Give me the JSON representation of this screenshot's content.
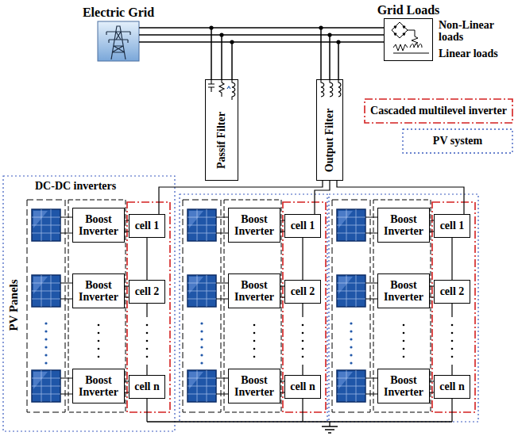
{
  "diagram": {
    "nodes": [
      {
        "text": [
          "Electric Grid"
        ]
      },
      {
        "text": [
          "Grid Loads"
        ]
      },
      {
        "text": [
          "Passif Filter"
        ]
      },
      {
        "text": [
          "Output Filter"
        ]
      },
      {
        "text": [
          "Boost Inverter"
        ]
      },
      {
        "text": [
          "cell 1"
        ]
      },
      {
        "text": [
          "Boost Inverter"
        ]
      },
      {
        "text": [
          "cell 2"
        ]
      },
      {
        "text": [
          "Boost Inverter"
        ]
      },
      {
        "text": [
          "cell n"
        ]
      },
      {
        "text": [
          "Boost Inverter"
        ]
      },
      {
        "text": [
          "cell 1"
        ]
      },
      {
        "text": [
          "Boost Inverter"
        ]
      },
      {
        "text": [
          "cell 2"
        ]
      },
      {
        "text": [
          "Boost Inverter"
        ]
      },
      {
        "text": [
          "cell n"
        ]
      },
      {
        "text": [
          "Boost Inverter"
        ]
      },
      {
        "text": [
          "cell 1"
        ]
      },
      {
        "text": [
          "Boost Inverter"
        ]
      },
      {
        "text": [
          "cell 2"
        ]
      },
      {
        "text": [
          "Boost Inverter"
        ]
      },
      {
        "text": [
          "cell n"
        ]
      }
    ],
    "edges": [
      {
        "from": 0,
        "to": 1,
        "arrow": "none"
      },
      {
        "from": 4,
        "to": 5,
        "arrow": "none"
      },
      {
        "from": 6,
        "to": 7,
        "arrow": "none"
      },
      {
        "from": 8,
        "to": 9,
        "arrow": "none"
      },
      {
        "from": 10,
        "to": 11,
        "arrow": "none"
      },
      {
        "from": 12,
        "to": 13,
        "arrow": "none"
      },
      {
        "from": 14,
        "to": 15,
        "arrow": "none"
      },
      {
        "from": 16,
        "to": 17,
        "arrow": "none"
      },
      {
        "from": 18,
        "to": 19,
        "arrow": "none"
      },
      {
        "from": 20,
        "to": 21,
        "arrow": "none"
      },
      {
        "from": 5,
        "to": 7,
        "arrow": "none"
      },
      {
        "from": 11,
        "to": 13,
        "arrow": "none"
      },
      {
        "from": 17,
        "to": 19,
        "arrow": "none"
      },
      {
        "from": 3,
        "to": 5,
        "arrow": "none"
      },
      {
        "from": 3,
        "to": 11,
        "arrow": "none"
      },
      {
        "from": 3,
        "to": 17,
        "arrow": "none"
      }
    ],
    "labels": [
      "DC-DC inverters",
      "PV Panels",
      "Non-Linear loads",
      "Linear loads"
    ],
    "legend": [
      {
        "text": "Cascaded multilevel inverter"
      },
      {
        "text": "PV system"
      }
    ]
  }
}
